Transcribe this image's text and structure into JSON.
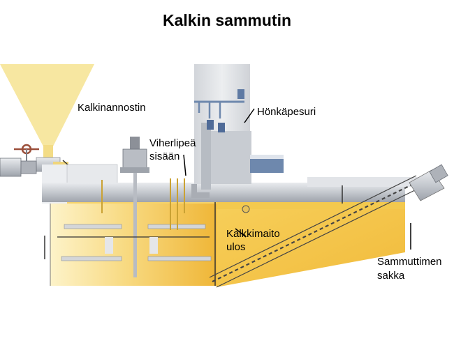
{
  "title": "Kalkin sammutin",
  "labels": {
    "doser": "Kalkinannostin",
    "scrubber": "Hönkäpesuri",
    "green_liquor_1": "Viherlipeä",
    "green_liquor_2": "sisään",
    "lime_milk_1": "Kalkkimaito",
    "lime_milk_2": "ulos",
    "grits_1": "Sammuttimen",
    "grits_2": "sakka"
  },
  "colors": {
    "hopper": "#f7e7a1",
    "liquid_light": "#fbe7a3",
    "liquid_dark": "#f0b93a",
    "steel": "#c9ccd2",
    "steel_dark": "#7d828b",
    "pipe_blue": "#6e88ad"
  }
}
